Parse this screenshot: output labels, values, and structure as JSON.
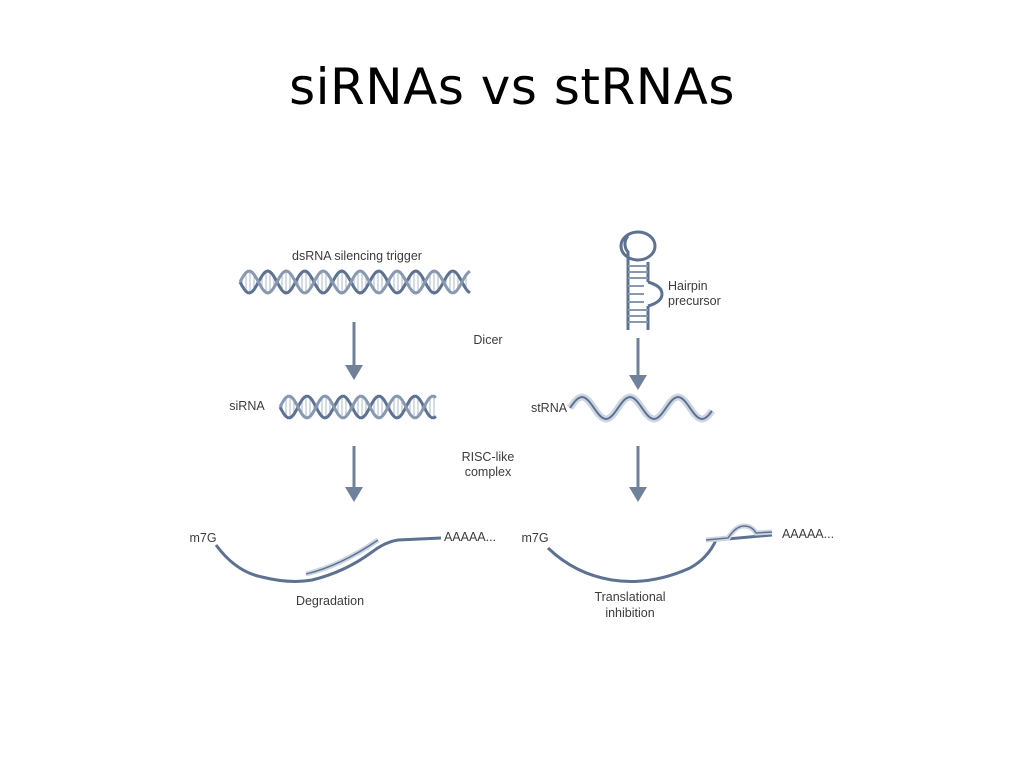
{
  "slide": {
    "title": "siRNAs vs stRNAs"
  },
  "diagram": {
    "colors": {
      "strand": "#5d7290",
      "strand_light": "#cdd6e2",
      "arrow": "#6f819b",
      "text": "#3c3c3c"
    },
    "labels": {
      "dsrna_trigger": "dsRNA silencing trigger",
      "hairpin_line1": "Hairpin",
      "hairpin_line2": "precursor",
      "dicer": "Dicer",
      "sirna": "siRNA",
      "strna": "stRNA",
      "risc_line1": "RISC-like",
      "risc_line2": "complex",
      "cap_left": "m7G",
      "polya_left": "AAAAA...",
      "cap_right": "m7G",
      "polya_right": "AAAAA...",
      "degradation": "Degradation",
      "translational_line1": "Translational",
      "translational_line2": "inhibition"
    }
  }
}
